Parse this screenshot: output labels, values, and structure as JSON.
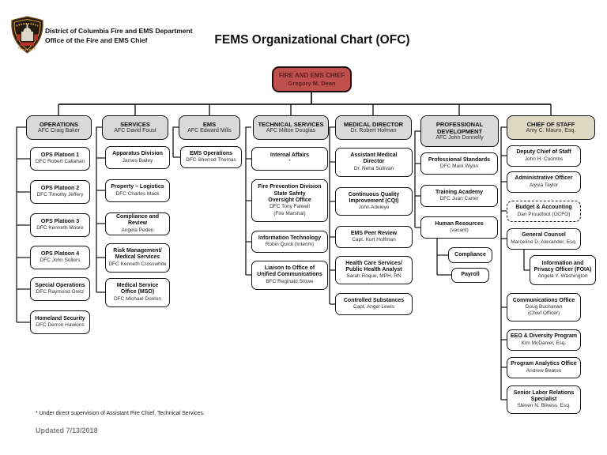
{
  "header": {
    "dept_line1": "District of Columbia Fire and EMS Department",
    "dept_line2": "Office of the Fire and EMS Chief",
    "title": "FEMS Organizational Chart (OFC)",
    "logo": "dc-fire-ems-department-patch"
  },
  "chief": {
    "title": "FIRE AND EMS CHIEF",
    "name": "Gregory M. Dean"
  },
  "columns": [
    {
      "title": "OPERATIONS",
      "name": "AFC Craig Baker",
      "children": [
        {
          "title": "OPS Platoon 1",
          "name": "DFC Robert Callahan"
        },
        {
          "title": "OPS Platoon 2",
          "name": "DFC Timothy Jeffery"
        },
        {
          "title": "OPS Platoon 3",
          "name": "DFC Kenneth Moore"
        },
        {
          "title": "OPS Platoon 4",
          "name": "DFC John Sollers"
        },
        {
          "title": "Special Operations",
          "name": "DFC Raymond Gretz"
        },
        {
          "title": "Homeland Security",
          "name": "DFC Derron Hawkins"
        }
      ]
    },
    {
      "title": "SERVICES",
      "name": "AFC David Foust",
      "children": [
        {
          "title": "Apparatus Division",
          "name": "James Bailey"
        },
        {
          "title": "Property – Logistics",
          "name": "DFC Charles Mack"
        },
        {
          "title": "Compliance and Review",
          "name": "Angela Peden"
        },
        {
          "title": "Risk Management/\nMedical Services",
          "name": "DFC Kenneth Crosswhite"
        },
        {
          "title": "Medical Service\nOffice (MSO)",
          "name": "DFC Michael Donlon"
        }
      ]
    },
    {
      "title": "EMS",
      "name": "AFC Edward Mills",
      "children": [
        {
          "title": "EMS Operations",
          "name": "DFC Sherrod Thomas"
        }
      ]
    },
    {
      "title": "TECHNICAL SERVICES",
      "name": "AFC Milton Douglas",
      "children": [
        {
          "title": "Internal Affairs",
          "name": "*"
        },
        {
          "title": "Fire Prevention Division\nState Safety\nOversight Office",
          "name": "DFC Tony Falwell\n(Fire Marshal)"
        },
        {
          "title": "Information Technology",
          "name": "Robin Quick (Interim)"
        },
        {
          "title": "Liaison to Office of\nUnified Communications",
          "name": "BFC Reginald Stowe"
        }
      ]
    },
    {
      "title": "MEDICAL DIRECTOR",
      "name": "Dr. Robert Holman",
      "children": [
        {
          "title": "Assistant Medical\nDirector",
          "name": "Dr. Neha Sullivan"
        },
        {
          "title": "Continuous Quality\nImprovement (CQI)",
          "name": "John Adeleye"
        },
        {
          "title": "EMS Peer Review",
          "name": "Capt. Kurt Hoffman"
        },
        {
          "title": "Health Care Services/\nPublic Health Analyst",
          "name": "Sarah Roque, MPH, RN"
        },
        {
          "title": "Controlled Substances",
          "name": "Capt. Angel Lewis"
        }
      ]
    },
    {
      "title": "PROFESSIONAL\nDEVELOPMENT",
      "name": "AFC John Donnelly",
      "children": [
        {
          "title": "Professional Standards",
          "name": "DFC Mark Wynn"
        },
        {
          "title": "Training Academy",
          "name": "DFC Juan Carter"
        },
        {
          "title": "Human Resources",
          "name": "(vacant)"
        },
        {
          "title": "Compliance",
          "name": ""
        },
        {
          "title": "Payroll",
          "name": ""
        }
      ]
    },
    {
      "title": "CHIEF OF STAFF",
      "name": "Amy C. Mauro, Esq.",
      "children": [
        {
          "title": "Deputy Chief of Staff",
          "name": "John H. Coombs"
        },
        {
          "title": "Administrative Officer",
          "name": "Alysia Taylor"
        },
        {
          "title": "Budget & Accounting",
          "name": "Dan Proudfoot (OCFO)"
        },
        {
          "title": "General Counsel",
          "name": "Marceline D. Alexander, Esq."
        },
        {
          "title": "Information and\nPrivacy Officer (FOIA)",
          "name": "Angela Y. Washington"
        },
        {
          "title": "Communications Office",
          "name": "Doug Buchanan\n(Chief Officer)"
        },
        {
          "title": "EEO & Diversity Program",
          "name": "Kim McDaniel, Esq."
        },
        {
          "title": "Program Analytics Office",
          "name": "Andrew Beaton"
        },
        {
          "title": "Senior Labor Relations\nSpecialist",
          "name": "Steven N. Blivess, Esq."
        }
      ]
    }
  ],
  "footnote": "* Under direct supervision of Assistant Fire Chief, Technical Services.",
  "updated": "Updated 7/13/2018"
}
